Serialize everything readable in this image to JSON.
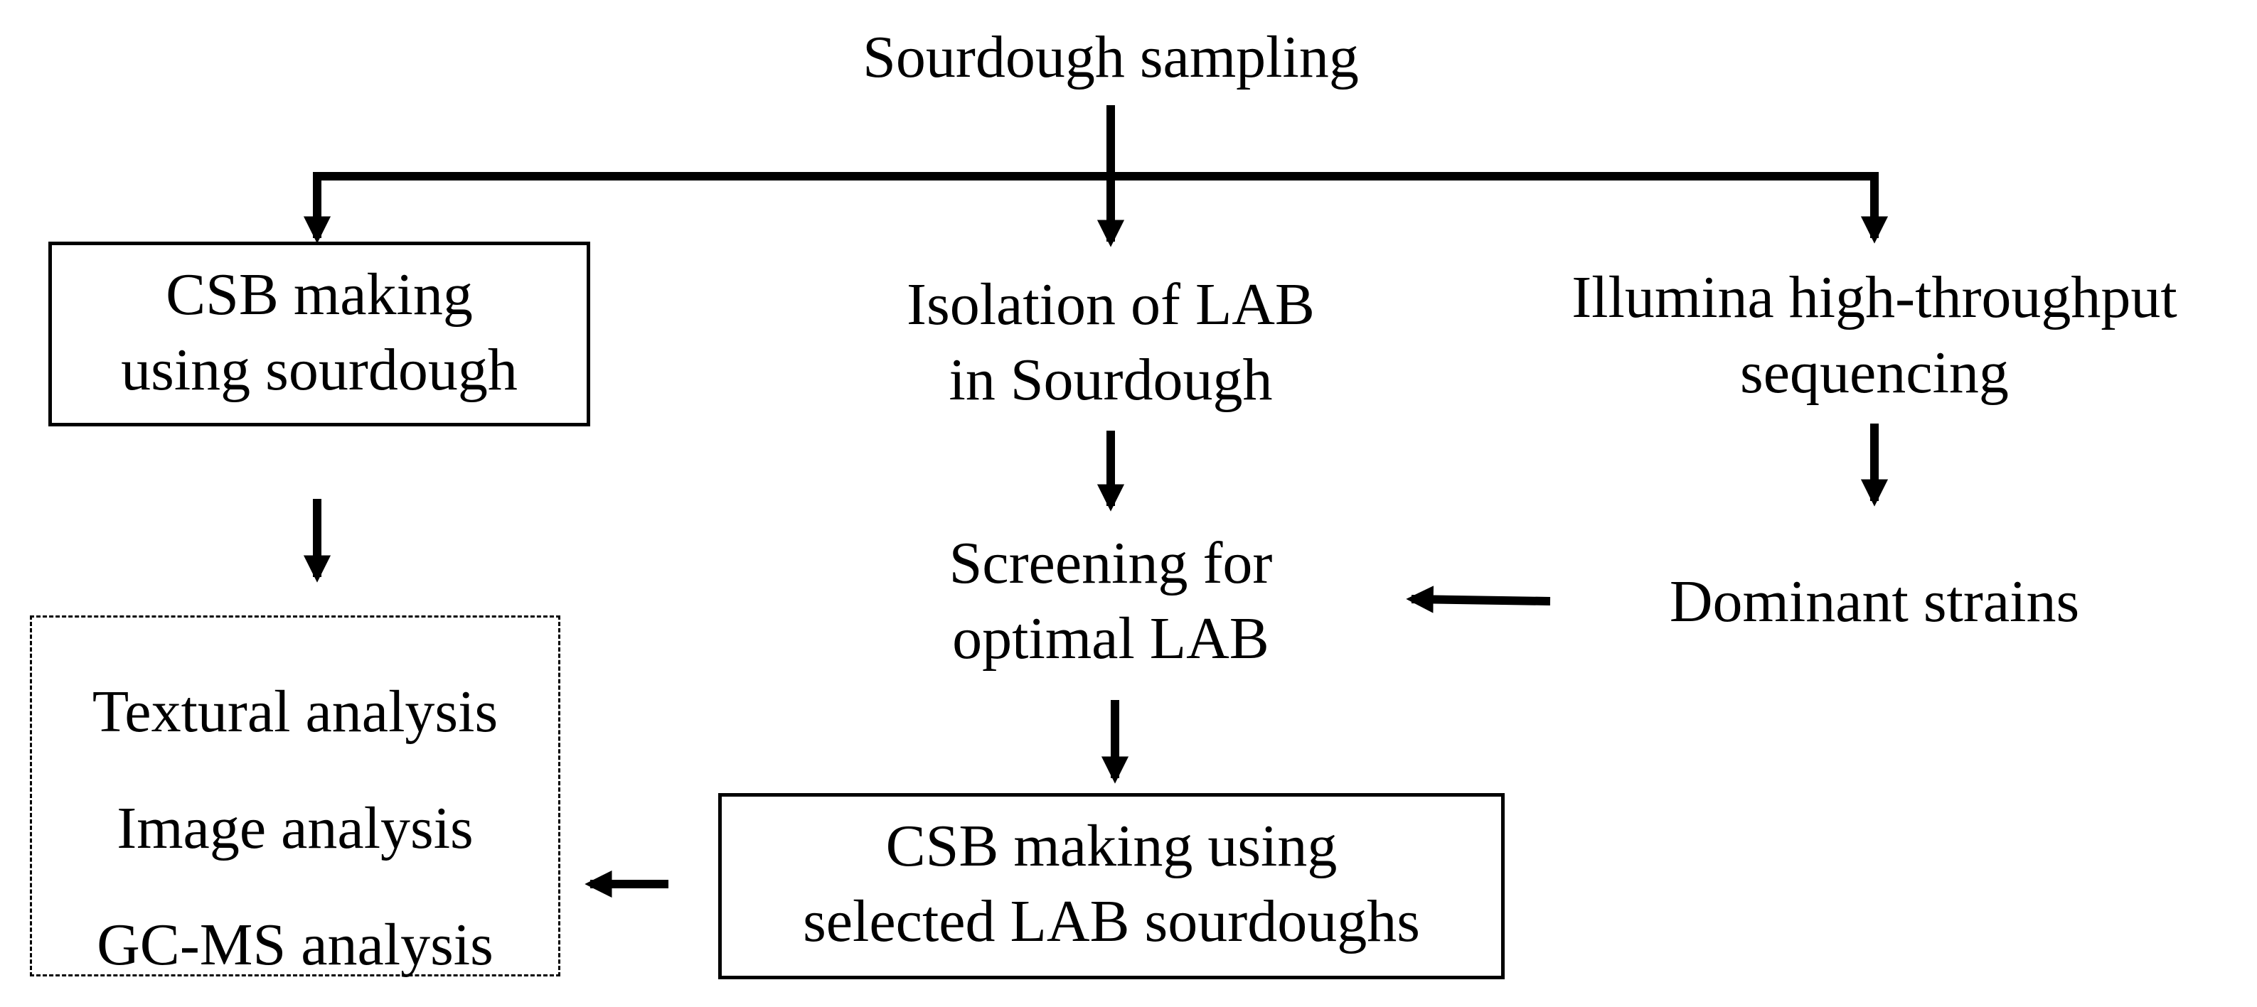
{
  "nodes": {
    "sampling": "Sourdough sampling",
    "csb_making": [
      "CSB making",
      "using sourdough"
    ],
    "isolation": [
      "Isolation of LAB",
      "in Sourdough"
    ],
    "illumina": [
      "Illumina high-throughput",
      "sequencing"
    ],
    "screening": [
      "Screening for",
      "optimal LAB"
    ],
    "dominant": "Dominant strains",
    "analyses": [
      "Textural analysis",
      "Image analysis",
      "GC-MS analysis"
    ],
    "csb_selected": [
      "CSB making using",
      "selected LAB sourdoughs"
    ]
  },
  "colors": {
    "ink": "#000000",
    "background": "#ffffff"
  }
}
